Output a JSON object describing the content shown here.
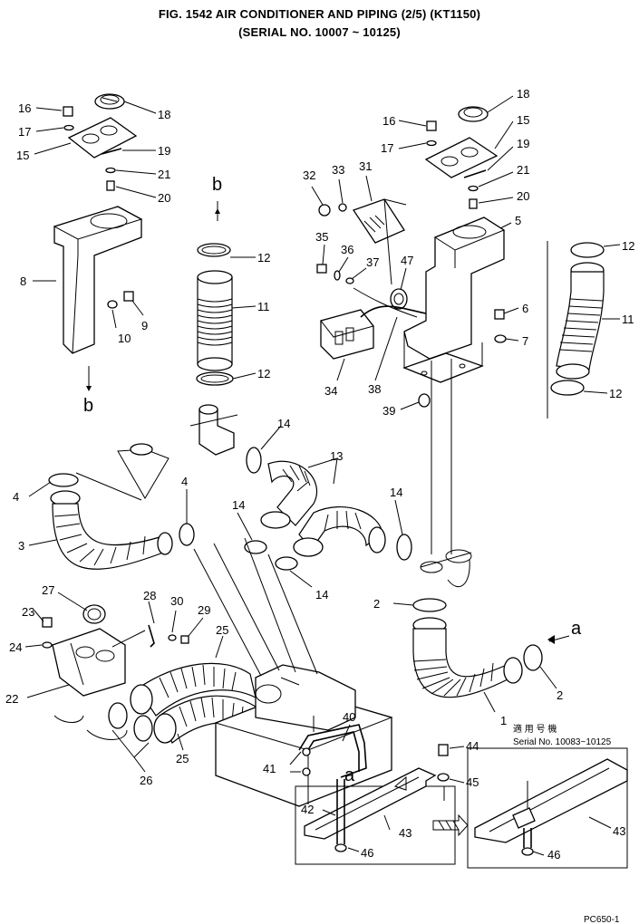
{
  "title_line1": "FIG. 1542   AIR CONDITIONER AND PIPING (2/5) (KT1150)",
  "title_line2": "(SERIAL NO. 10007 ~ 10125)",
  "note_line1": "適 用 号 機",
  "note_line2": "Serial No. 10083~10125",
  "footer_code": "PC650-1",
  "view_markers": {
    "a": "a",
    "b": "b"
  },
  "callouts": [
    "16",
    "17",
    "15",
    "18",
    "19",
    "21",
    "20",
    "8",
    "10",
    "9",
    "12",
    "11",
    "12",
    "4",
    "3",
    "4",
    "14",
    "13",
    "14",
    "14",
    "14",
    "27",
    "28",
    "30",
    "29",
    "23",
    "24",
    "22",
    "25",
    "26",
    "25",
    "16",
    "17",
    "15",
    "18",
    "19",
    "21",
    "20",
    "32",
    "33",
    "31",
    "35",
    "36",
    "37",
    "47",
    "5",
    "6",
    "7",
    "34",
    "38",
    "39",
    "12",
    "11",
    "12",
    "2",
    "1",
    "2",
    "40",
    "41",
    "42",
    "43",
    "44",
    "45",
    "46",
    "43",
    "46"
  ]
}
